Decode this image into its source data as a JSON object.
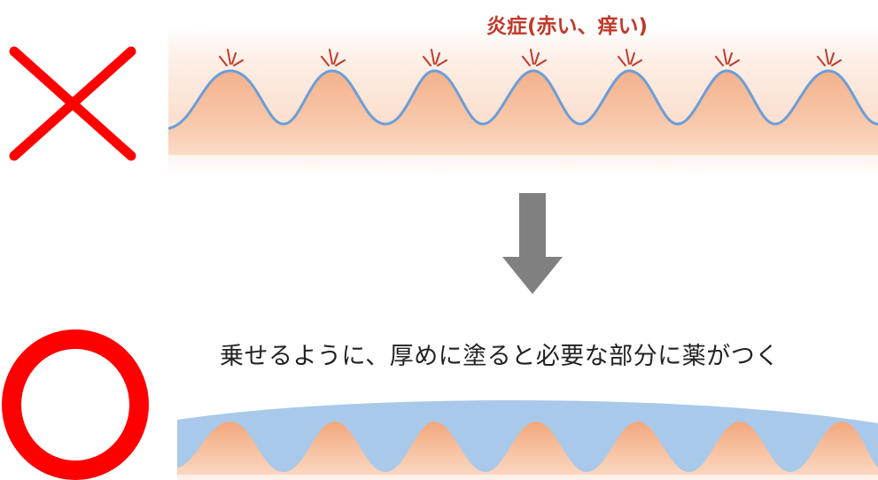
{
  "top_section": {
    "caption": "炎症(赤い、痒い)",
    "verdict": "incorrect",
    "verdict_color": "#ff0000",
    "caption_color": "#c0392b"
  },
  "bottom_section": {
    "caption": "乗せるように、厚めに塗ると必要な部分に薬がつく",
    "verdict": "correct",
    "verdict_color": "#ff0000"
  },
  "colors": {
    "skin": "#f4b48e",
    "skin_light": "#fde3d2",
    "medicine": "#a9c9ea",
    "medicine_line": "#6c9ed6",
    "arrow": "#808080"
  },
  "icons": {
    "wrong": "cross-icon",
    "right": "circle-icon",
    "arrow": "arrow-down-icon",
    "inflammation": "spark-icon"
  }
}
